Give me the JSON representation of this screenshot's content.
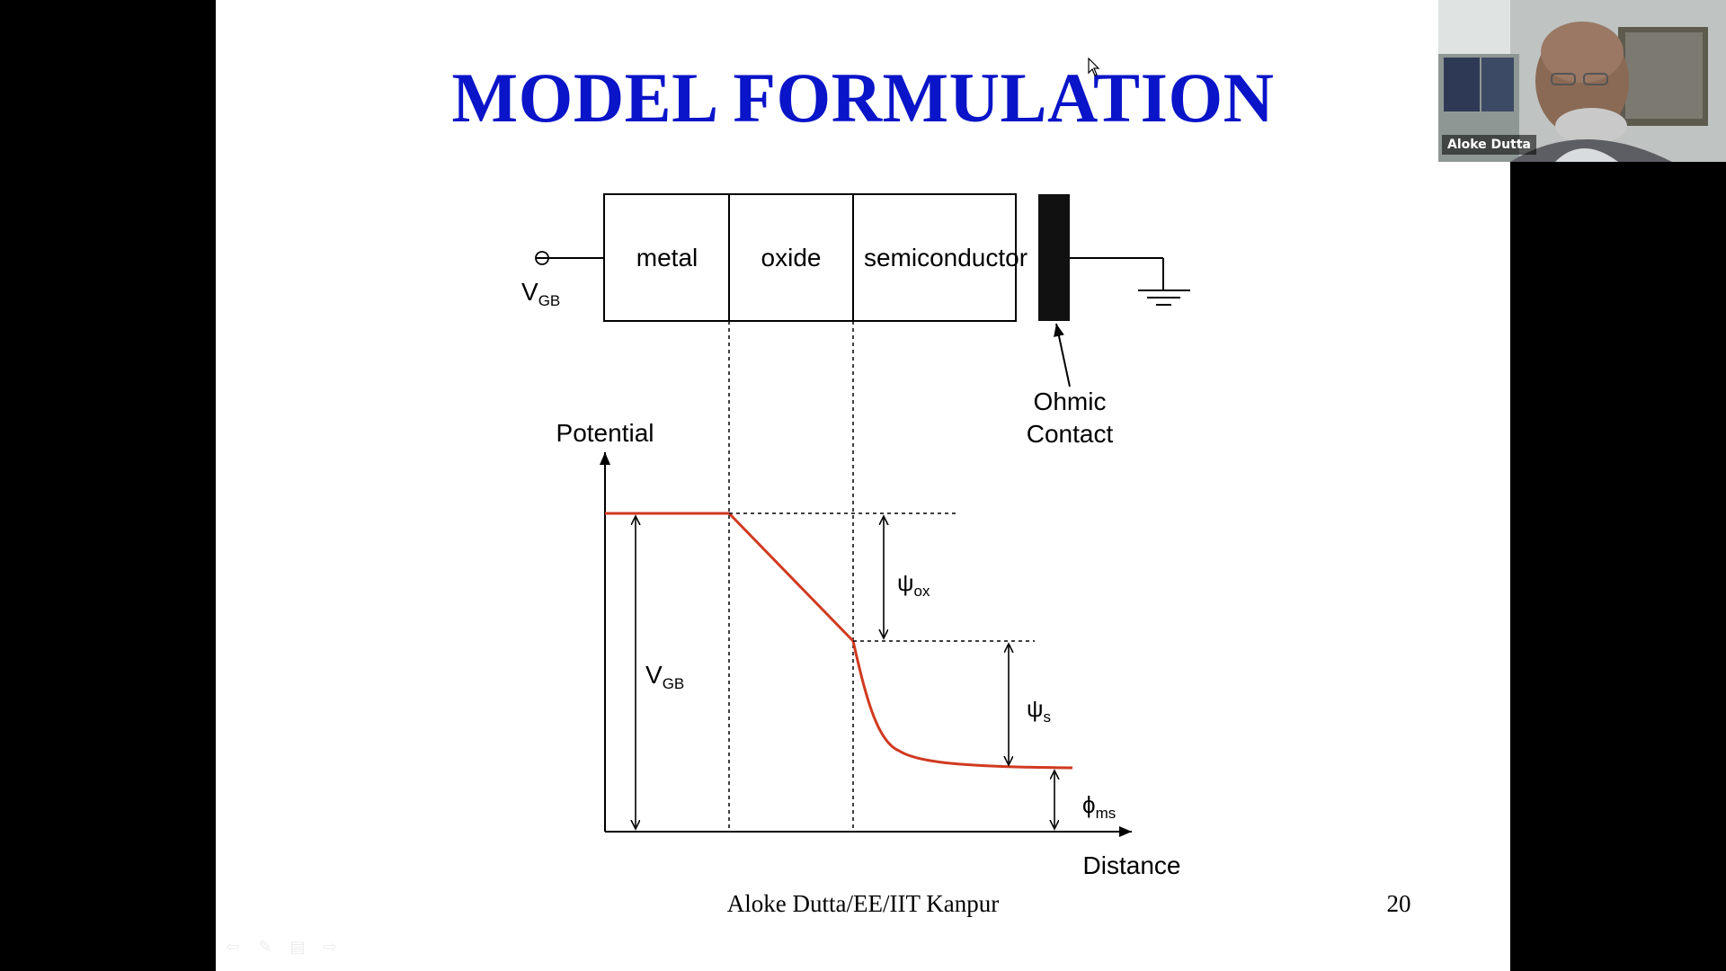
{
  "slide": {
    "title": "MODEL FORMULATION",
    "footer": "Aloke Dutta/EE/IIT Kanpur",
    "page_number": "20"
  },
  "diagram": {
    "regions": [
      "metal",
      "oxide",
      "semiconductor"
    ],
    "terminal_label": "V",
    "terminal_sub": "GB",
    "contact_label_line1": "Ohmic",
    "contact_label_line2": "Contact",
    "y_axis_label": "Potential",
    "x_axis_label": "Distance",
    "vgb_label": "V",
    "vgb_sub": "GB",
    "psi_ox_symbol": "ψ",
    "psi_ox_sub": "ox",
    "psi_s_symbol": "ψ",
    "psi_s_sub": "s",
    "phi_ms_symbol": "ϕ",
    "phi_ms_sub": "ms",
    "curve_color": "#d03a20"
  },
  "video": {
    "participant_name": "Aloke Dutta"
  },
  "nav_icons": [
    "previous-arrow-icon",
    "pen-icon",
    "menu-icon",
    "next-arrow-icon"
  ]
}
